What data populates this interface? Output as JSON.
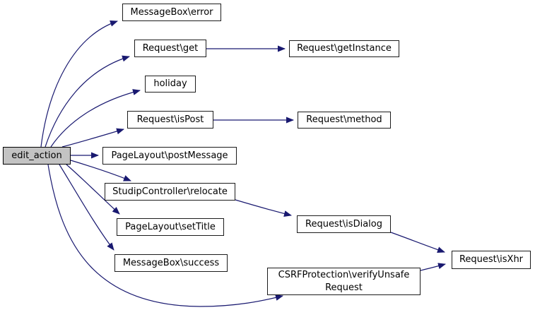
{
  "diagram": {
    "type": "call-graph",
    "edge_color": "#191970",
    "node_fill": "#ffffff",
    "node_border_color": "#1c1c1c",
    "root_node_fill": "#c3c3c3",
    "nodes": [
      {
        "id": "edit_action",
        "label": "edit_action",
        "root": true
      },
      {
        "id": "messagebox_error",
        "label": "MessageBox\\error"
      },
      {
        "id": "request_get",
        "label": "Request\\get"
      },
      {
        "id": "request_getinstance",
        "label": "Request\\getInstance"
      },
      {
        "id": "holiday",
        "label": "holiday"
      },
      {
        "id": "request_ispost",
        "label": "Request\\isPost"
      },
      {
        "id": "request_method",
        "label": "Request\\method"
      },
      {
        "id": "pagelayout_postmessage",
        "label": "PageLayout\\postMessage"
      },
      {
        "id": "studipcontroller_relocate",
        "label": "StudipController\\relocate"
      },
      {
        "id": "pagelayout_settitle",
        "label": "PageLayout\\setTitle"
      },
      {
        "id": "messagebox_success",
        "label": "MessageBox\\success"
      },
      {
        "id": "request_isdialog",
        "label": "Request\\isDialog"
      },
      {
        "id": "request_isxhr",
        "label": "Request\\isXhr"
      },
      {
        "id": "csrfprotection_verifyunsaferequest",
        "label": "CSRFProtection\\verifyUnsafe\nRequest"
      }
    ],
    "edges": [
      {
        "from": "edit_action",
        "to": "messagebox_error"
      },
      {
        "from": "edit_action",
        "to": "request_get"
      },
      {
        "from": "edit_action",
        "to": "holiday"
      },
      {
        "from": "edit_action",
        "to": "request_ispost"
      },
      {
        "from": "edit_action",
        "to": "pagelayout_postmessage"
      },
      {
        "from": "edit_action",
        "to": "studipcontroller_relocate"
      },
      {
        "from": "edit_action",
        "to": "pagelayout_settitle"
      },
      {
        "from": "edit_action",
        "to": "messagebox_success"
      },
      {
        "from": "edit_action",
        "to": "csrfprotection_verifyunsaferequest"
      },
      {
        "from": "request_get",
        "to": "request_getinstance"
      },
      {
        "from": "request_ispost",
        "to": "request_method"
      },
      {
        "from": "studipcontroller_relocate",
        "to": "request_isdialog"
      },
      {
        "from": "request_isdialog",
        "to": "request_isxhr"
      },
      {
        "from": "csrfprotection_verifyunsaferequest",
        "to": "request_isxhr"
      }
    ]
  }
}
